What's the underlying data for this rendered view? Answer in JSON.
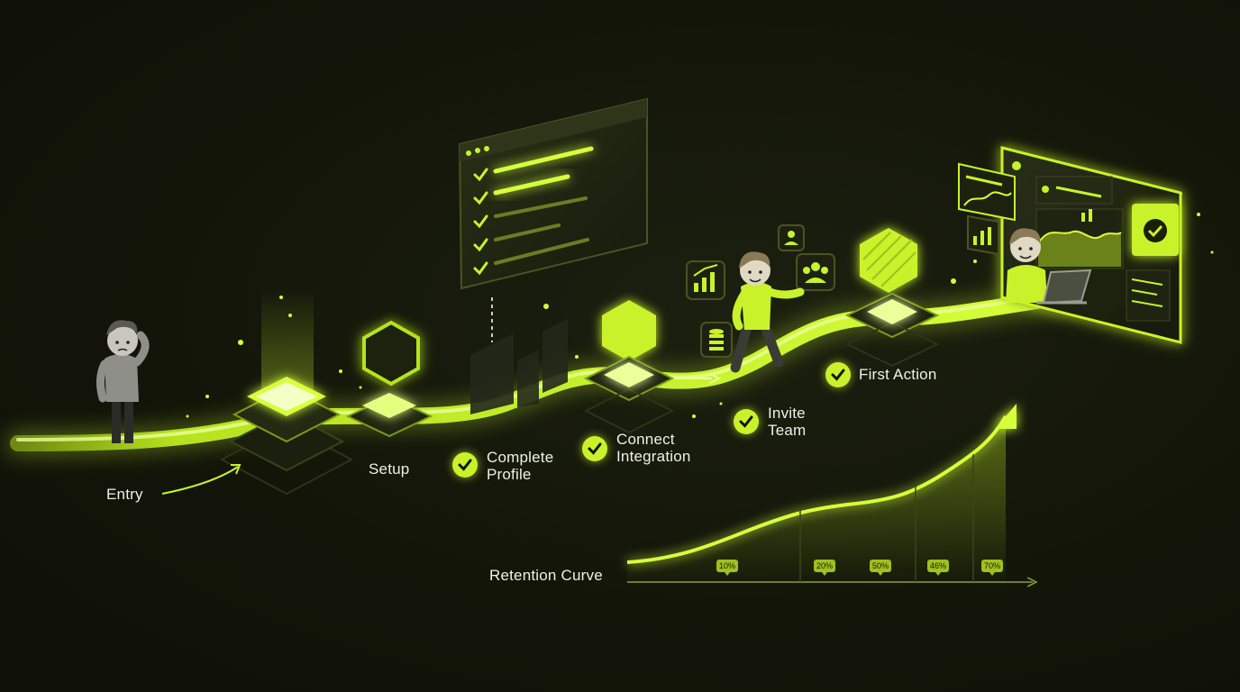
{
  "colors": {
    "accent": "#c9f22a",
    "background": "#121409",
    "text": "#eef1e6"
  },
  "stages": {
    "entry": "Entry",
    "setup": "Setup",
    "complete_profile": [
      "Complete",
      "Profile"
    ],
    "connect_integration": [
      "Connect",
      "Integration"
    ],
    "invite_team": [
      "Invite",
      "Team"
    ],
    "first_action": "First Action"
  },
  "retention": {
    "label": "Retention Curve",
    "markers": [
      "10%",
      "20%",
      "50%",
      "46%",
      "70%"
    ]
  },
  "icons": [
    "checklist-panel",
    "chart-icon",
    "database-icon",
    "user-icon",
    "team-icon",
    "check-icon",
    "dashboard-panel",
    "hexagon-icon"
  ]
}
